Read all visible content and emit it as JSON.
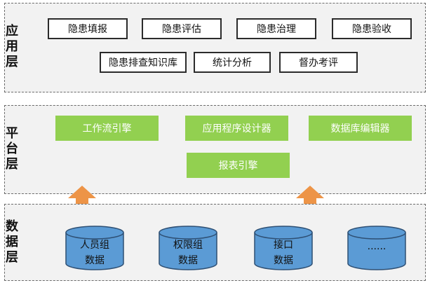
{
  "layers": {
    "application": {
      "label": "应用层",
      "items": [
        "隐患填报",
        "隐患评估",
        "隐患治理",
        "隐患验收",
        "隐患排查知识库",
        "统计分析",
        "督办考评"
      ]
    },
    "platform": {
      "label": "平台层",
      "items": [
        "工作流引擎",
        "应用程序设计器",
        "数据库编辑器",
        "报表引擎"
      ]
    },
    "data": {
      "label": "数据层",
      "items": [
        {
          "line1": "人员组",
          "line2": "数据"
        },
        {
          "line1": "权限组",
          "line2": "数据"
        },
        {
          "line1": "接口",
          "line2": "数据"
        },
        {
          "line1": "......",
          "line2": ""
        }
      ]
    }
  },
  "colors": {
    "platform_box": "#92d050",
    "cylinder": "#5b9bd5",
    "arrow": "#ed9447",
    "layer_bg": "#f2f2f2"
  }
}
